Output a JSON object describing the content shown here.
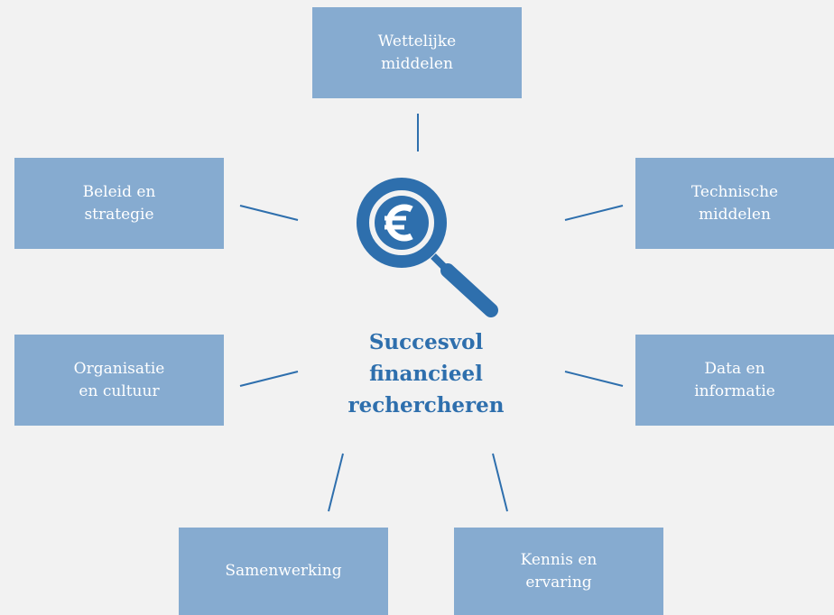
{
  "colors": {
    "background": "#f2f2f2",
    "box": "#86abd0",
    "box_text": "#ffffff",
    "accent": "#2e6fad",
    "connector": "#2e6fad"
  },
  "center": {
    "icon": "magnifier-euro-icon",
    "title_lines": [
      "Succesvol",
      "financieel",
      "rechercheren"
    ]
  },
  "nodes": {
    "wettelijke": {
      "lines": [
        "Wettelijke",
        "middelen"
      ]
    },
    "beleid": {
      "lines": [
        "Beleid en",
        "strategie"
      ]
    },
    "technische": {
      "lines": [
        "Technische",
        "middelen"
      ]
    },
    "organisatie": {
      "lines": [
        "Organisatie",
        "en cultuur"
      ]
    },
    "data": {
      "lines": [
        "Data en",
        "informatie"
      ]
    },
    "samenwerking": {
      "lines": [
        "Samenwerking"
      ]
    },
    "kennis": {
      "lines": [
        "Kennis en",
        "ervaring"
      ]
    }
  }
}
